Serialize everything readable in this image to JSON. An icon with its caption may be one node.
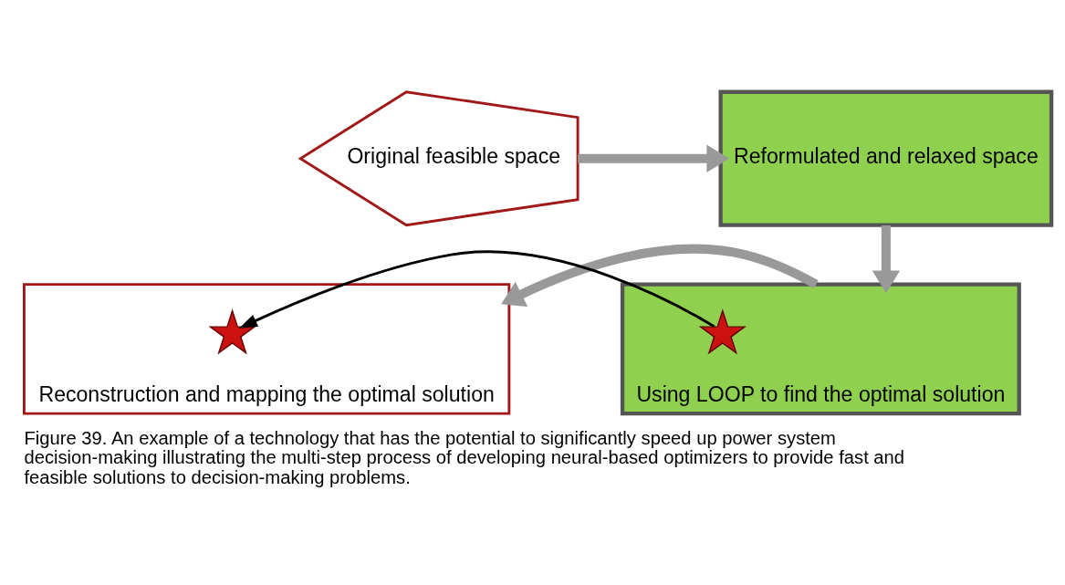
{
  "diagram": {
    "caption": "Figure 39. An example of a technology that has the potential to significantly speed up power system decision-making illustrating the multi-step process of developing neural-based optimizers to provide fast and feasible solutions to decision-making problems.",
    "nodes": [
      {
        "text": [
          "Original feasible space"
        ]
      },
      {
        "text": [
          "Reformulated and relaxed space"
        ]
      },
      {
        "text": [
          "Reconstruction and mapping the optimal solution"
        ]
      },
      {
        "text": [],
        "shape": "star",
        "in": 2
      },
      {
        "text": [
          "Using LOOP to find the optimal solution"
        ]
      },
      {
        "text": [],
        "shape": "star",
        "in": 4
      }
    ],
    "edges": [
      {
        "from": 0,
        "to": 1,
        "arrow": "to"
      },
      {
        "from": 1,
        "to": 4,
        "arrow": "to"
      },
      {
        "from": 4,
        "to": 2,
        "arrow": "to"
      },
      {
        "from": 5,
        "to": 3,
        "arrow": "to",
        "color": "#000000"
      }
    ]
  }
}
